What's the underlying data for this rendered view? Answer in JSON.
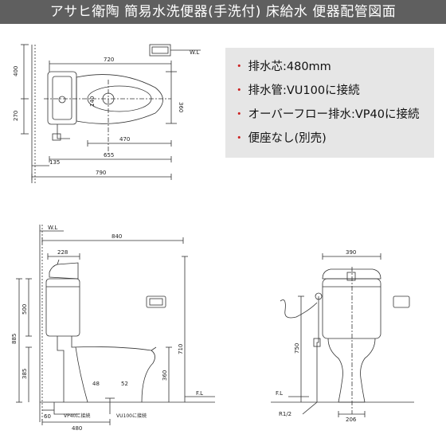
{
  "title": "アサヒ衛陶 簡易水洗便器(手洗付) 床給水 便器配管図面",
  "specs": [
    {
      "bullet": "・",
      "text": "排水芯:480mm"
    },
    {
      "bullet": "・",
      "text": "排水管:VU100に接続"
    },
    {
      "bullet": "・",
      "text": "オーバーフロー排水:VP40に接続"
    },
    {
      "bullet": "・",
      "text": "便座なし(別売)"
    }
  ],
  "top_view": {
    "dim_720": "720",
    "dim_470": "470",
    "dim_655": "655",
    "dim_790": "790",
    "dim_400": "400",
    "dim_270": "270",
    "dim_360": "360",
    "dim_135": "135",
    "dim_140": "140",
    "wall_label": "W.L"
  },
  "side_view": {
    "dim_840": "840",
    "dim_228": "228",
    "dim_500": "500",
    "dim_885": "885",
    "dim_385": "385",
    "dim_710": "710",
    "dim_360": "360",
    "dim_48": "48",
    "dim_52": "52",
    "dim_480": "480",
    "dim_60": "60",
    "wall_label": "W.L",
    "floor_label": "F.L",
    "vp40_label": "VP40に接続",
    "vu100_label": "VU100に接続"
  },
  "front_view": {
    "dim_390": "390",
    "dim_206": "206",
    "dim_750": "750",
    "floor_label": "F.L",
    "r12_label": "R1/2"
  },
  "colors": {
    "title_bg": "#5f5f5f",
    "spec_bg": "#e6e6e6",
    "bullet": "#cc1f1f",
    "line": "#333333"
  }
}
